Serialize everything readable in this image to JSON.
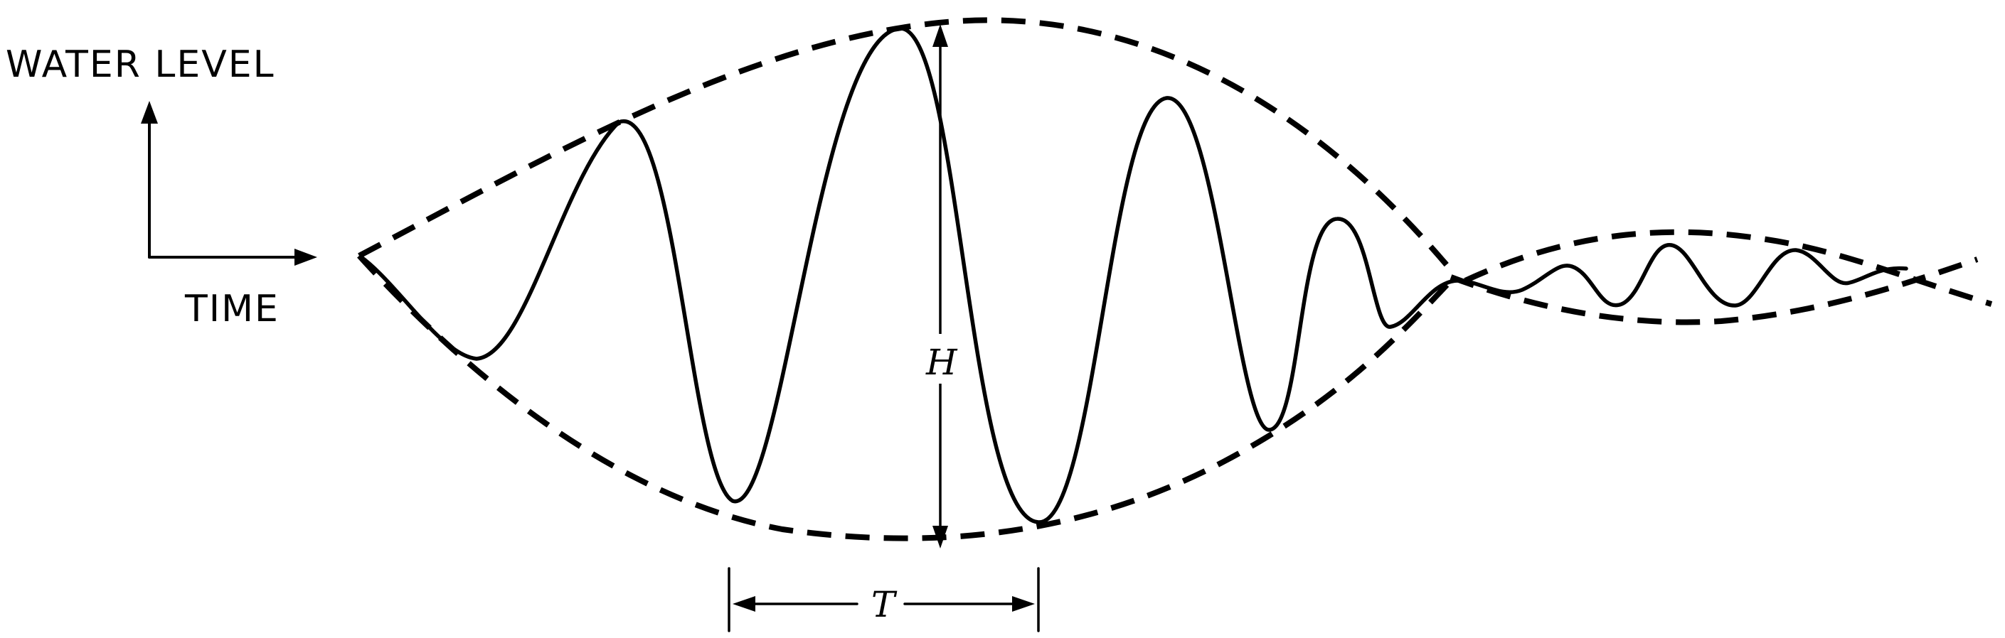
{
  "axes": {
    "y_label": "WATER LEVEL",
    "x_label": "TIME"
  },
  "dimensions": {
    "height_label": "H",
    "period_label": "T"
  }
}
